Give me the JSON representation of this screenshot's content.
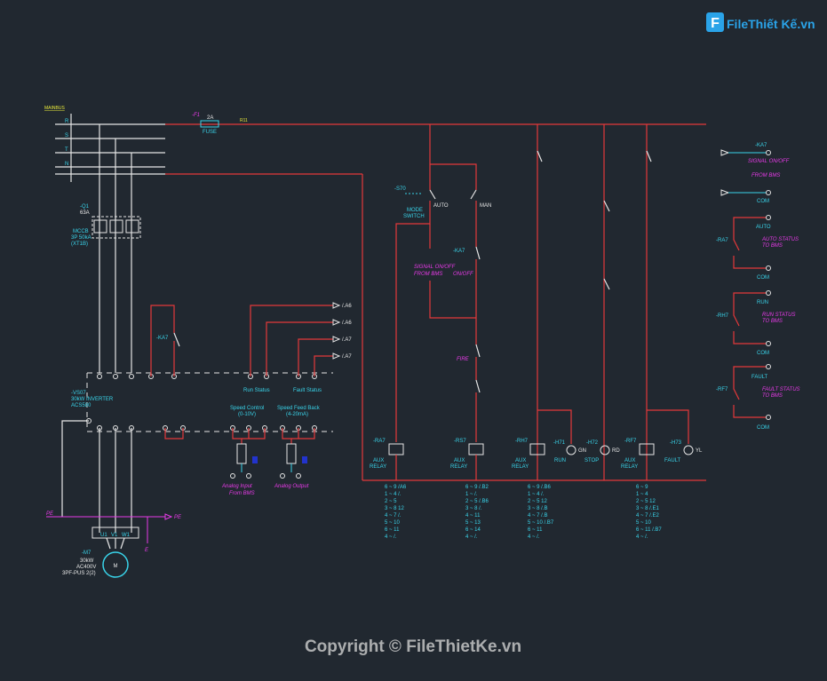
{
  "logo": {
    "badge": "F",
    "text": "FileThiết Kế.vn",
    "colors": {
      "file": "#2aa3e8",
      "thietke": "#f08a20"
    }
  },
  "watermark": "Copyright © FileThietKe.vn",
  "bus": {
    "name": "MAINBUS",
    "phases": [
      "R",
      "S",
      "T",
      "N"
    ]
  },
  "fuse": {
    "tag": "-F1",
    "rating": "2A",
    "label": "FUSE",
    "wire": "R11"
  },
  "breaker": {
    "tag": "-Q1",
    "rating": "63A",
    "desc": [
      "MCCB",
      "3P 50kA",
      "(XT1B)"
    ]
  },
  "inverter": {
    "tag": "-VS07",
    "desc": [
      "30kW INVERTER",
      "ACS580"
    ]
  },
  "motor": {
    "tag": "-M7",
    "desc": [
      "30kW",
      "AC400V",
      "3PF-PUS 2(2)"
    ],
    "symbol": "M",
    "terminals": [
      "U1",
      "V1",
      "W1"
    ]
  },
  "pe": "PE",
  "earth_mark": "E",
  "relay_ka": "-KA7",
  "refs": [
    "/.A6",
    "/.A6",
    "/.A7",
    "/.A7"
  ],
  "groups": {
    "run_status": "Run Status",
    "fault_status": "Fault Status",
    "speed_control": [
      "Speed Control",
      "(0-10V)"
    ],
    "speed_feedback": [
      "Speed Feed Back",
      "(4-20mA)"
    ],
    "analog_input": [
      "Analog Input",
      "From BMS"
    ],
    "analog_output": "Analog Output"
  },
  "control": {
    "mode_switch": {
      "tag": "-S70",
      "label": [
        "MODE",
        "SWITCH"
      ],
      "auto": "AUTO",
      "man": "MAN"
    },
    "signal_bms": [
      "SIGNAL ON/OFF",
      "FROM BMS"
    ],
    "on_off": "ON/OFF",
    "fire": "FIRE",
    "relays": [
      {
        "tag": "-RA7",
        "label": [
          "AUX",
          "RELAY"
        ]
      },
      {
        "tag": "-RS7",
        "label": [
          "AUX",
          "RELAY"
        ]
      },
      {
        "tag": "-RH7",
        "label": [
          "AUX",
          "RELAY"
        ]
      },
      {
        "tag": "-RF7",
        "label": [
          "AUX",
          "RELAY"
        ]
      }
    ],
    "lamps": [
      {
        "tag": "-H71",
        "label": "RUN",
        "color": "GN"
      },
      {
        "tag": "-H72",
        "label": "STOP",
        "color": "RD"
      },
      {
        "tag": "-H73",
        "label": "FAULT",
        "color": "YL"
      }
    ],
    "contact_lists": [
      [
        "6 ~ 9 /A6",
        "1 ~ 4 /.",
        "2 ~ 5",
        "3 ~ 8 12",
        "4 ~ 7 /.",
        "5 ~ 10",
        "6 ~ 11",
        "4 ~ /."
      ],
      [
        "6 ~ 9 /.B2",
        "1 ~ /.",
        "2 ~ 5 /.B6",
        "3 ~ 8 /.",
        "4 ~ 11",
        "5 ~ 13",
        "6 ~ 14",
        "4 ~ /."
      ],
      [
        "6 ~ 9 /.B6",
        "1 ~ 4 /.",
        "2 ~ 5 12",
        "3 ~ 8 /.B",
        "4 ~ 7 /.B",
        "5 ~ 10 /.B7",
        "6 ~ 11",
        "4 ~ /."
      ],
      [
        "6 ~ 9",
        "1 ~ 4",
        "2 ~ 5 12",
        "3 ~ 8 /.E1",
        "4 ~ 7 /.E2",
        "5 ~ 10",
        "6 ~ 11 /.B7",
        "4 ~ /."
      ]
    ]
  },
  "outputs": [
    {
      "tag": "-KA7",
      "label": [
        "SIGNAL ON/OFF",
        "FROM BMS"
      ],
      "com": "COM"
    },
    {
      "tag": "-RA7",
      "label": [
        "AUTO",
        "AUTO STATUS",
        "TO BMS"
      ],
      "com": "COM"
    },
    {
      "tag": "-RH7",
      "label": [
        "RUN",
        "RUN STATUS",
        "TO BMS"
      ],
      "com": "COM"
    },
    {
      "tag": "-RF7",
      "label": [
        "FAULT",
        "FAULT STATUS",
        "TO BMS"
      ],
      "com": "COM"
    }
  ],
  "colors": {
    "background": "#212830",
    "wire_red": "#e4383a",
    "wire_white": "#e6e6e6",
    "cyan": "#39d4ea",
    "magenta": "#e83ae8",
    "green": "#66dd33",
    "yellow": "#e8e83a"
  }
}
